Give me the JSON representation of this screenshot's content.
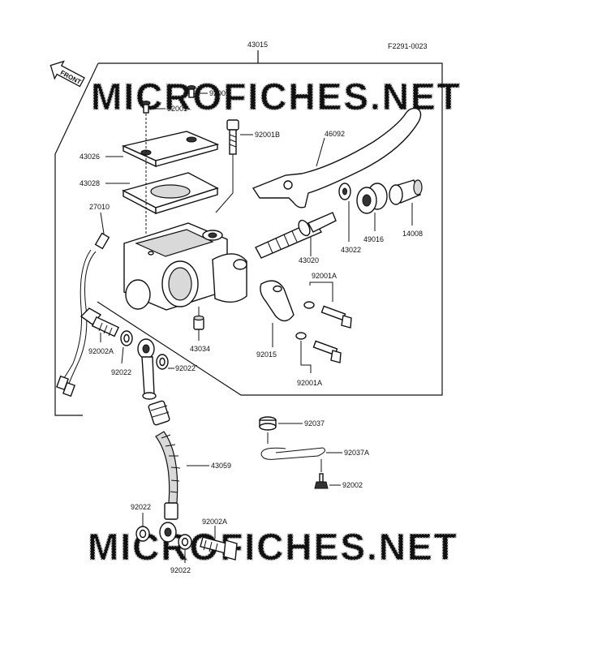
{
  "figure_code": "F2291-0023",
  "front_label": "FRONT",
  "watermarks": [
    "MICROFICHES.NET",
    "MICROFICHES.NET"
  ],
  "assembly_label": "43015",
  "parts": [
    {
      "id": "p92001a",
      "label": "92001"
    },
    {
      "id": "p92001b",
      "label": "92001"
    },
    {
      "id": "p92001B",
      "label": "92001B"
    },
    {
      "id": "p46092",
      "label": "46092"
    },
    {
      "id": "p43026",
      "label": "43026"
    },
    {
      "id": "p43028",
      "label": "43028"
    },
    {
      "id": "p27010",
      "label": "27010"
    },
    {
      "id": "p49016",
      "label": "49016"
    },
    {
      "id": "p14008",
      "label": "14008"
    },
    {
      "id": "p43020",
      "label": "43020"
    },
    {
      "id": "p43022",
      "label": "43022"
    },
    {
      "id": "p92001A_top",
      "label": "92001A"
    },
    {
      "id": "p92015",
      "label": "92015"
    },
    {
      "id": "p43034",
      "label": "43034"
    },
    {
      "id": "p92001A_bot",
      "label": "92001A"
    },
    {
      "id": "p92002A_left",
      "label": "92002A"
    },
    {
      "id": "p92022_a",
      "label": "92022"
    },
    {
      "id": "p92022_b",
      "label": "92022`"
    },
    {
      "id": "p92037",
      "label": "92037"
    },
    {
      "id": "p92037A",
      "label": "92037A"
    },
    {
      "id": "p43059",
      "label": "43059"
    },
    {
      "id": "p92002",
      "label": "92002"
    },
    {
      "id": "p92022_c",
      "label": "92022"
    },
    {
      "id": "p92002A_right",
      "label": "92002A"
    },
    {
      "id": "p92022_d",
      "label": "92022"
    }
  ]
}
